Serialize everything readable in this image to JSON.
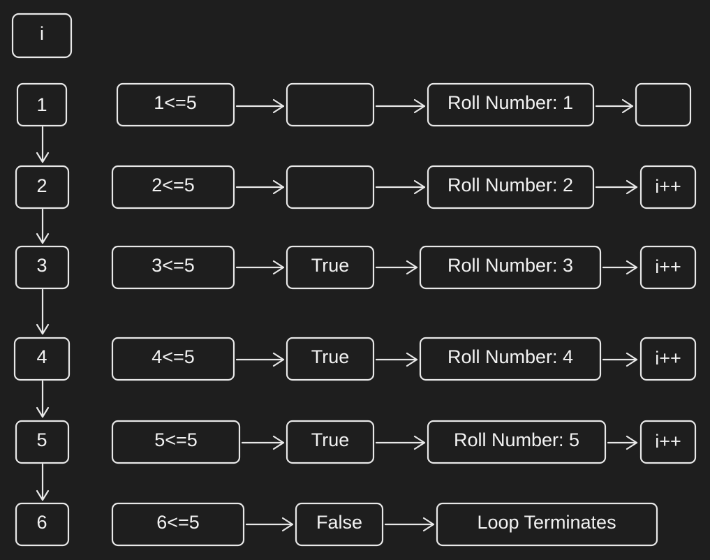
{
  "header": {
    "label": "i"
  },
  "rows": [
    {
      "i": "1",
      "condition": "1<=5",
      "result": "",
      "output": "Roll Number: 1",
      "step": ""
    },
    {
      "i": "2",
      "condition": "2<=5",
      "result": "",
      "output": "Roll Number: 2",
      "step": "i++"
    },
    {
      "i": "3",
      "condition": "3<=5",
      "result": "True",
      "output": "Roll Number: 3",
      "step": "i++"
    },
    {
      "i": "4",
      "condition": "4<=5",
      "result": "True",
      "output": "Roll Number: 4",
      "step": "i++"
    },
    {
      "i": "5",
      "condition": "5<=5",
      "result": "True",
      "output": "Roll Number: 5",
      "step": "i++"
    },
    {
      "i": "6",
      "condition": "6<=5",
      "result": "False",
      "output": "Loop Terminates"
    }
  ],
  "colors": {
    "background": "#1e1e1e",
    "stroke": "#e8e8e8",
    "text": "#f2f2f2"
  }
}
